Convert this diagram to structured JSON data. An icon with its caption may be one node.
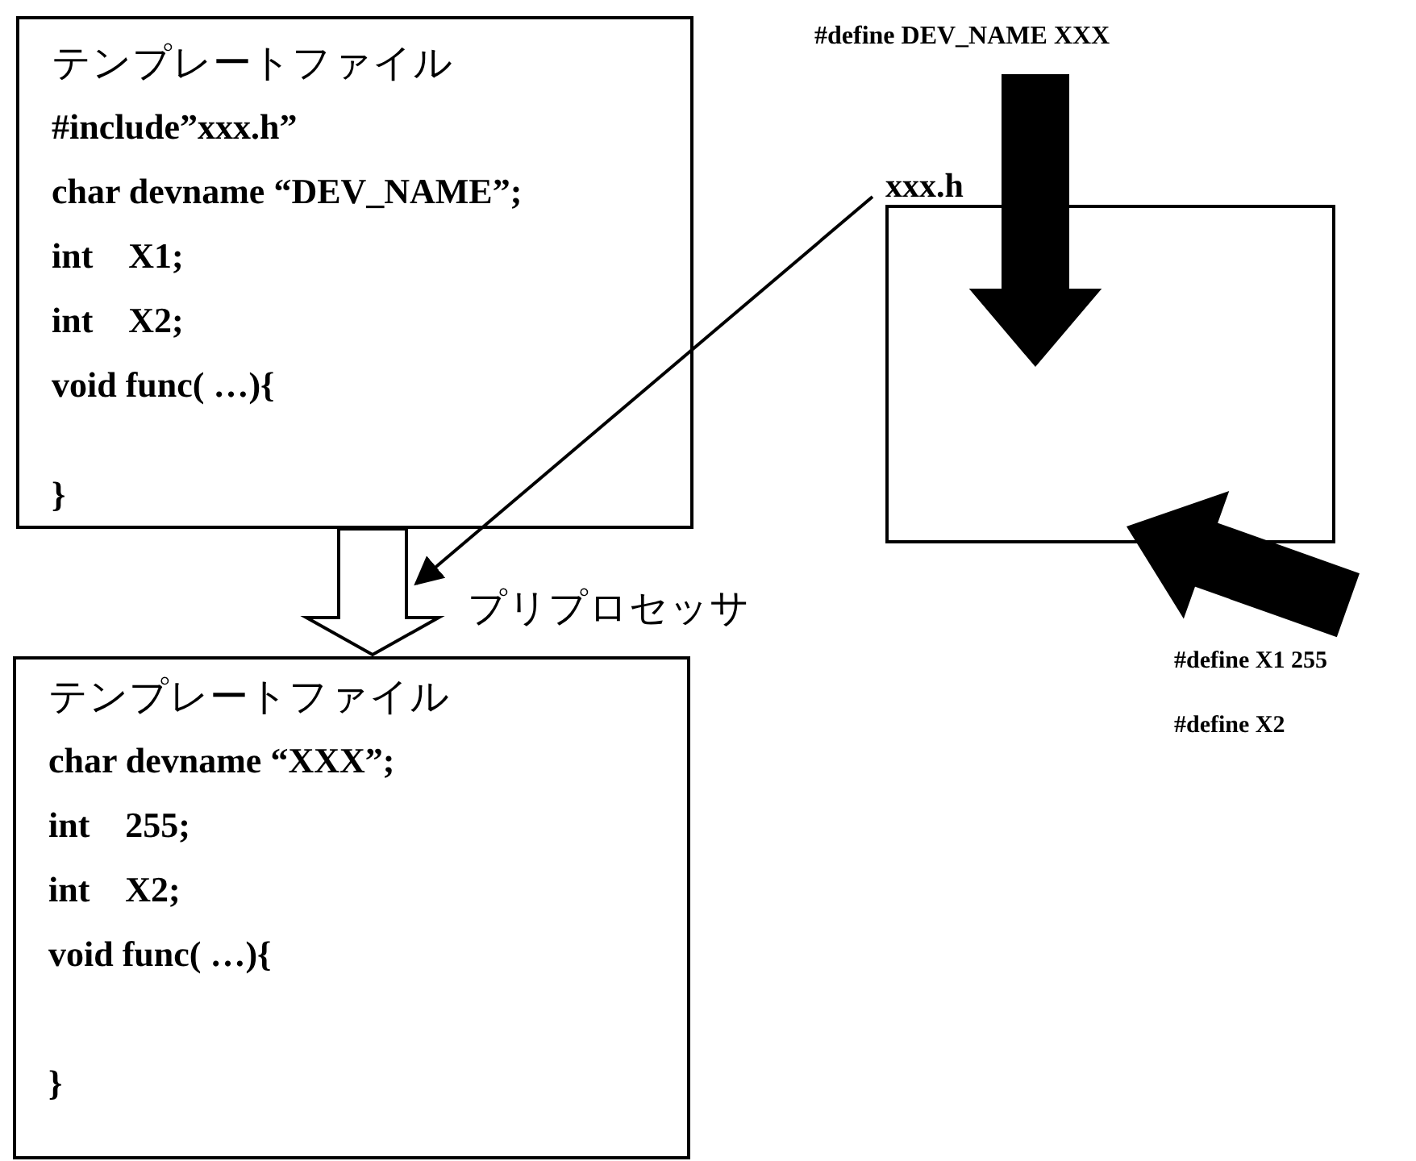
{
  "diagram": {
    "nodes": [
      {
        "text": [
          "テンプレートファイル",
          "#include”xxx.h”",
          "char devname “DEV_NAME”;",
          "int　X1;",
          "int　X2;",
          "void func( …){",
          "}"
        ]
      },
      {
        "text": [
          "テンプレートファイル",
          "char devname “XXX”;",
          "int　255;",
          "int　X2;",
          "void func( …){",
          "}"
        ]
      },
      {
        "text": [
          "xxx.h"
        ]
      },
      {
        "text": [
          "#define DEV_NAME XXX"
        ]
      },
      {
        "text": [
          "#define X1 255",
          "#define X2"
        ]
      }
    ],
    "edges": [
      {
        "from": 0,
        "to": 1,
        "arrow": "to",
        "label": "プリプロセッサ",
        "style": "thick"
      },
      {
        "from": 2,
        "to": null,
        "arrow": "to"
      },
      {
        "from": 3,
        "to": 2,
        "arrow": "to",
        "style": "thick",
        "color": "#000000"
      },
      {
        "from": 4,
        "to": 2,
        "arrow": "to",
        "style": "thick",
        "color": "#000000"
      }
    ]
  }
}
